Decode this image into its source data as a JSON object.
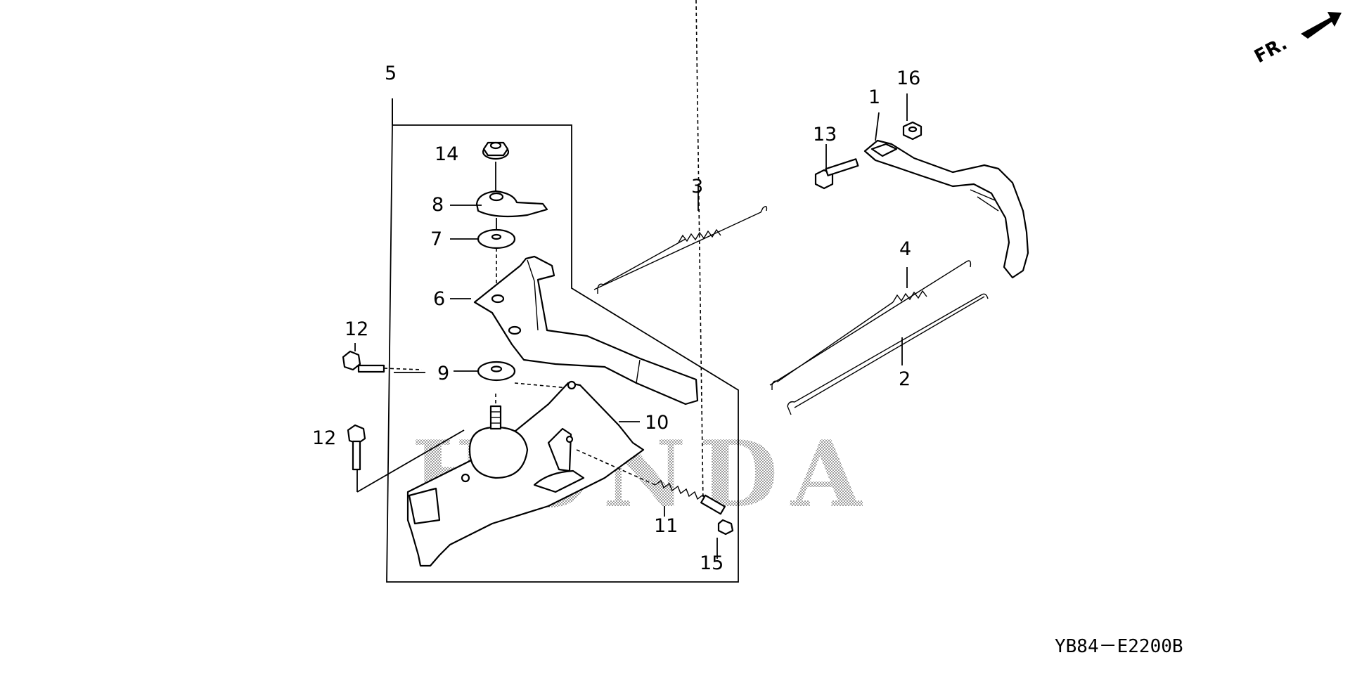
{
  "watermark": "HONDA",
  "diagram_code": "YB84－E2200B",
  "direction_label": "FR.",
  "callouts": {
    "c1": "1",
    "c2": "2",
    "c3": "3",
    "c4": "4",
    "c5": "5",
    "c6": "6",
    "c7": "7",
    "c8": "8",
    "c9": "9",
    "c10": "10",
    "c11": "11",
    "c12a": "12",
    "c12b": "12",
    "c13": "13",
    "c14": "14",
    "c15": "15",
    "c16": "16"
  }
}
